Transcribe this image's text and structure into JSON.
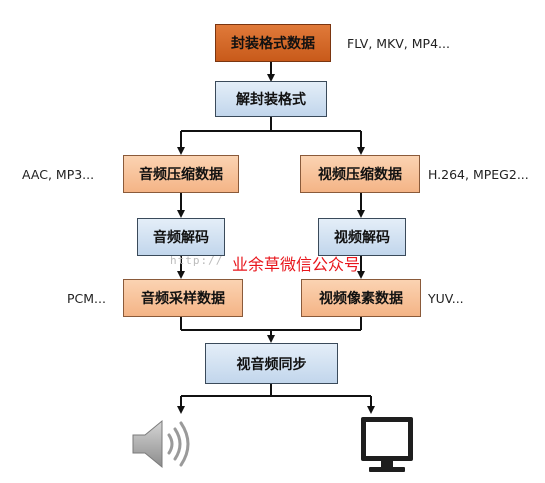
{
  "nodes": {
    "container_data": "封装格式数据",
    "demux": "解封装格式",
    "audio_compressed": "音频压缩数据",
    "video_compressed": "视频压缩数据",
    "audio_decode": "音频解码",
    "video_decode": "视频解码",
    "audio_sample": "音频采样数据",
    "video_pixel": "视频像素数据",
    "av_sync": "视音频同步"
  },
  "labels": {
    "container_formats": "FLV, MKV, MP4...",
    "audio_formats": "AAC, MP3...",
    "video_formats": "H.264, MPEG2...",
    "audio_raw": "PCM...",
    "video_raw": "YUV..."
  },
  "watermark": {
    "text": "业余草微信公众号",
    "url": "http://"
  },
  "icons": {
    "speaker": "speaker-icon",
    "monitor": "monitor-icon"
  },
  "colors": {
    "dark_orange": "#d4692a",
    "light_orange": "#f7c49c",
    "light_blue": "#d3e2f2",
    "watermark_red": "#e8151b"
  }
}
